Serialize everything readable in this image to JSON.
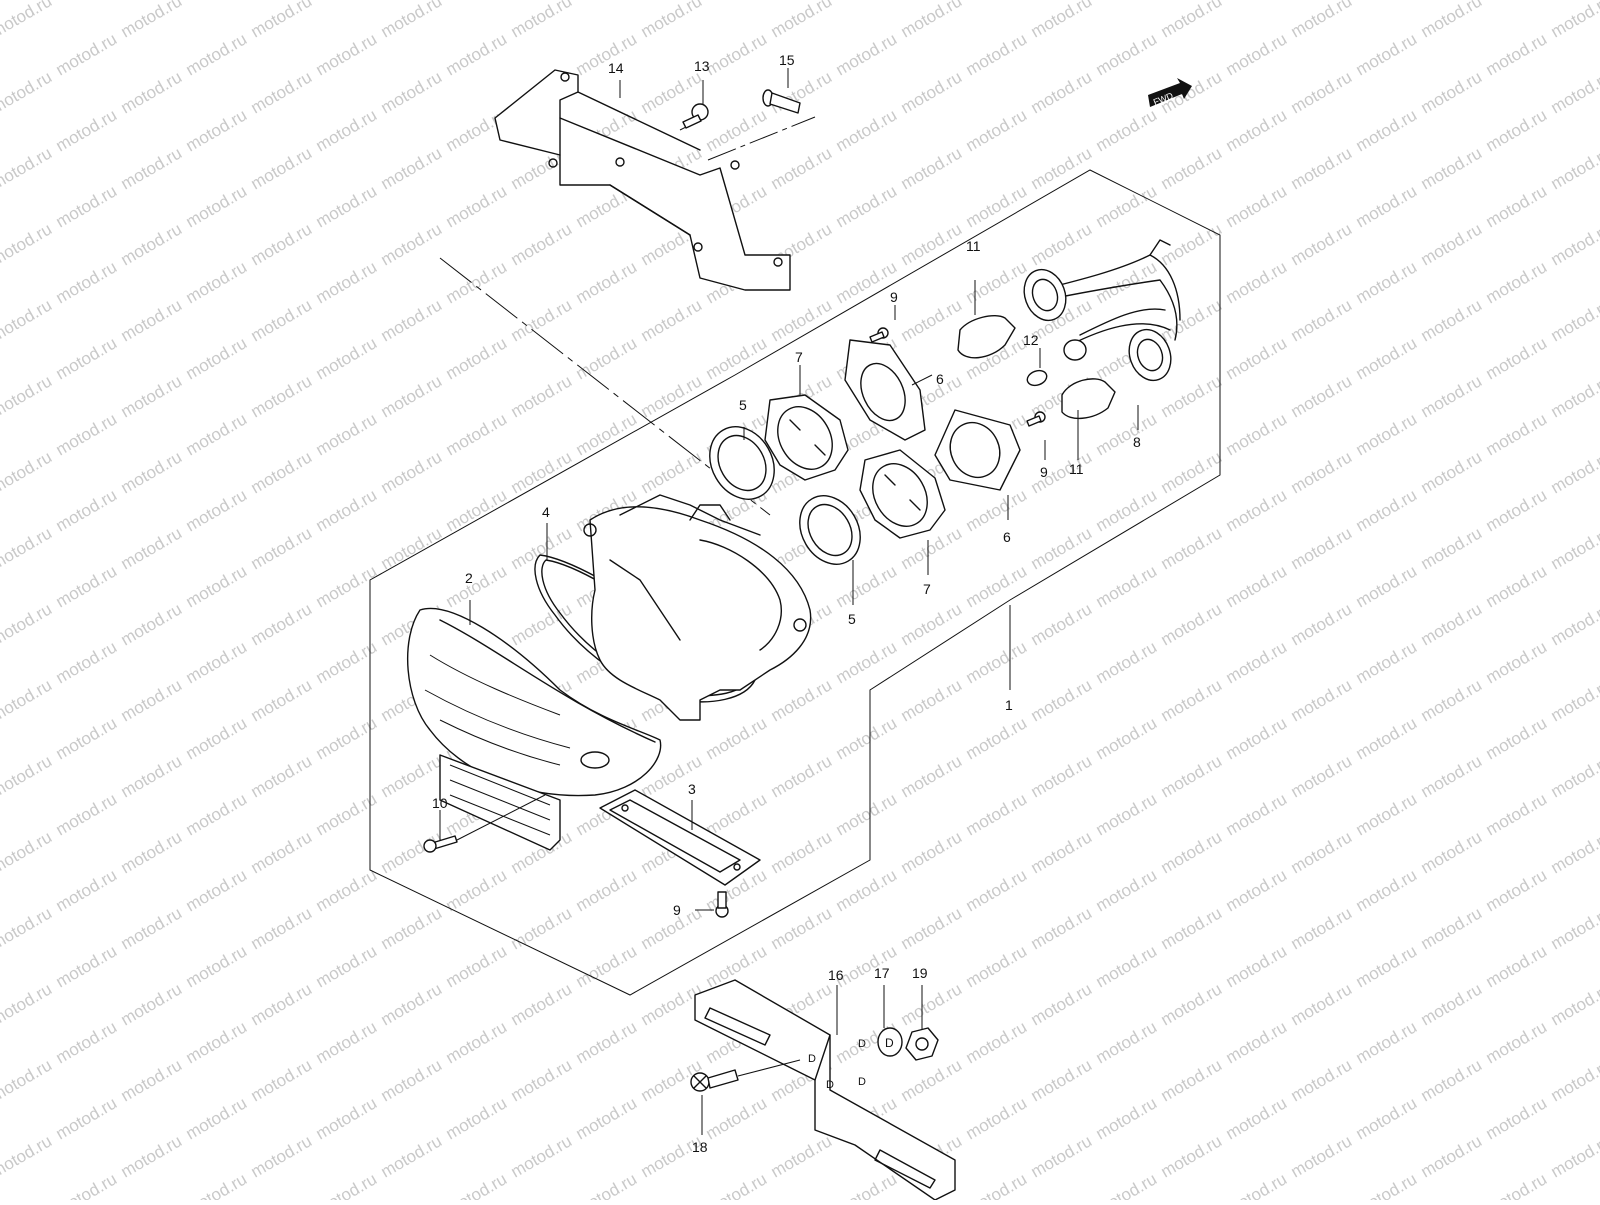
{
  "watermark_text": "motod.ru",
  "fwd_badge": "FWD",
  "callouts": {
    "c1": "1",
    "c2": "2",
    "c3": "3",
    "c4": "4",
    "c5a": "5",
    "c5b": "5",
    "c6a": "6",
    "c6b": "6",
    "c7a": "7",
    "c7b": "7",
    "c8": "8",
    "c9a": "9",
    "c9b": "9",
    "c9c": "9",
    "c10": "10",
    "c11a": "11",
    "c11b": "11",
    "c12": "12",
    "c13": "13",
    "c14": "14",
    "c15": "15",
    "c16": "16",
    "c17": "17",
    "c18": "18",
    "c19": "19"
  },
  "colors": {
    "line": "#111111",
    "watermark": "#c9c9c9",
    "background": "#ffffff"
  }
}
